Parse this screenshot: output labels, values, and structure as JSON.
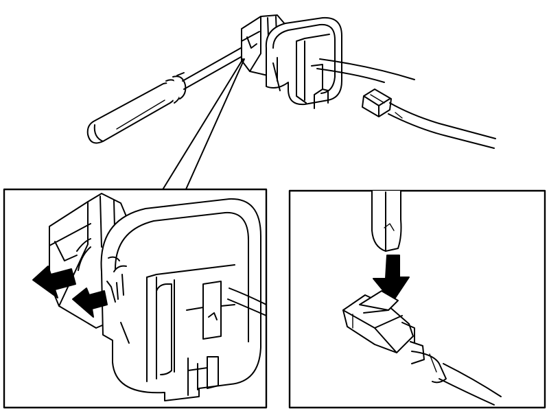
{
  "figure": {
    "ink_color": "#000000",
    "paper_color": "#ffffff",
    "arrow_fill": "#000000",
    "scenes": {
      "overview": "connector-with-screwdriver",
      "detail_left": "locking-tabs-detail",
      "detail_right": "terminal-release-detail"
    }
  }
}
